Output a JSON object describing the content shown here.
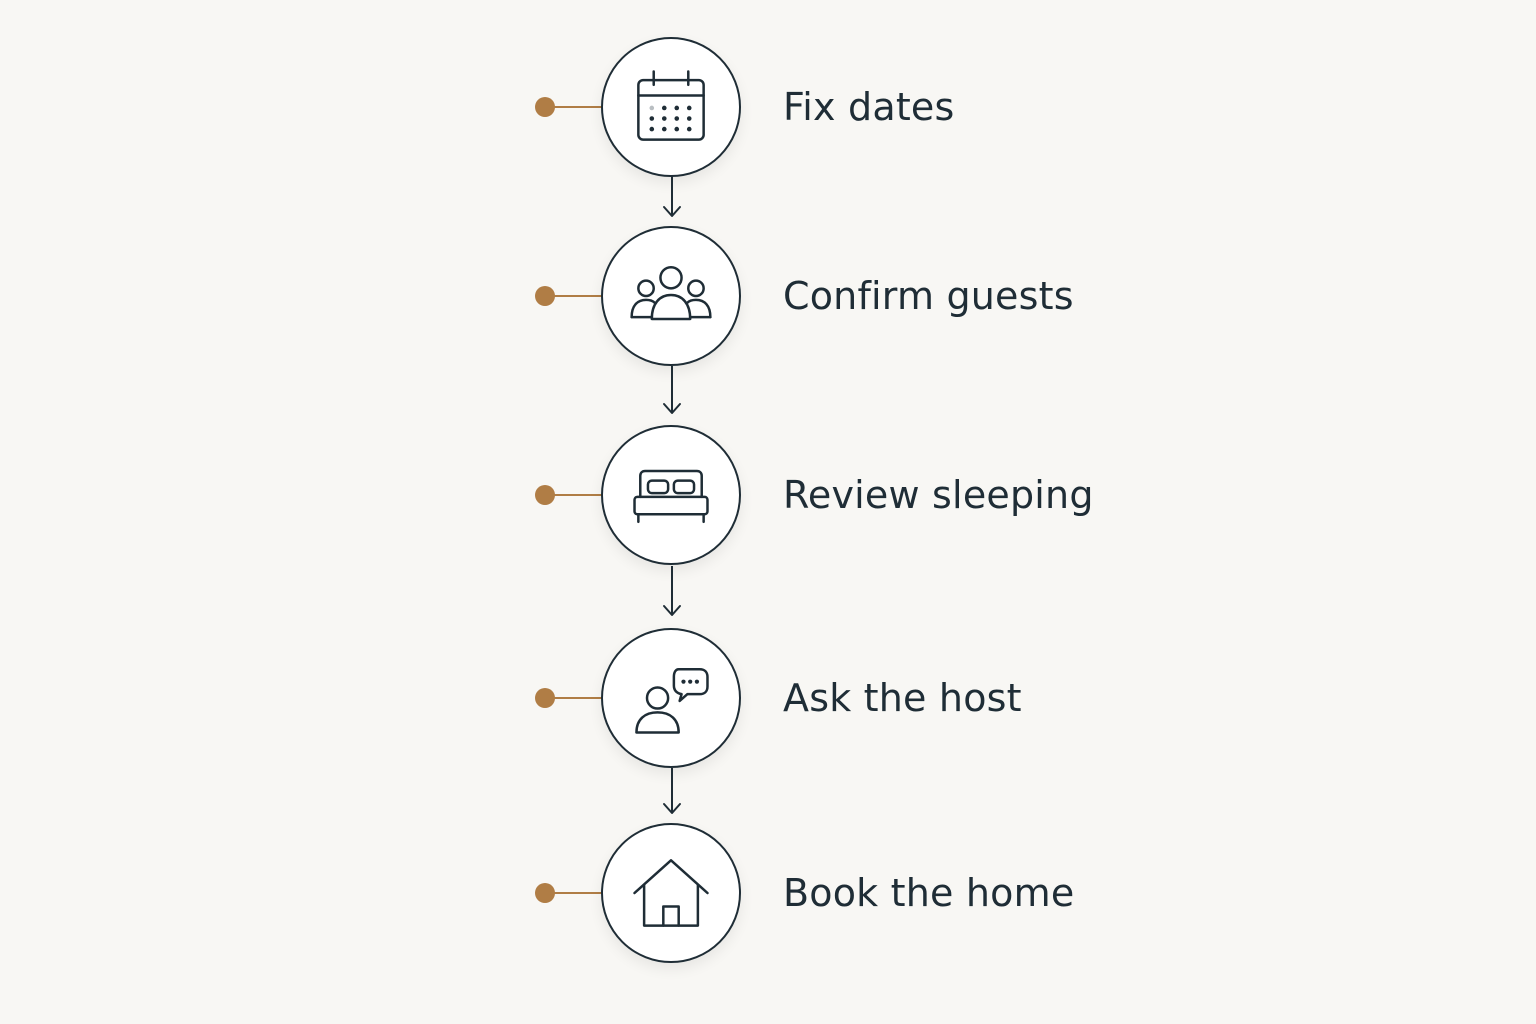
{
  "colors": {
    "background": "#f8f7f4",
    "stroke": "#1f2d36",
    "accent": "#b07d45"
  },
  "steps": [
    {
      "label": "Fix dates",
      "icon": "calendar-icon"
    },
    {
      "label": "Confirm guests",
      "icon": "group-icon"
    },
    {
      "label": "Review sleeping",
      "icon": "bed-icon"
    },
    {
      "label": "Ask the host",
      "icon": "person-chat-icon"
    },
    {
      "label": "Book the home",
      "icon": "house-icon"
    }
  ]
}
